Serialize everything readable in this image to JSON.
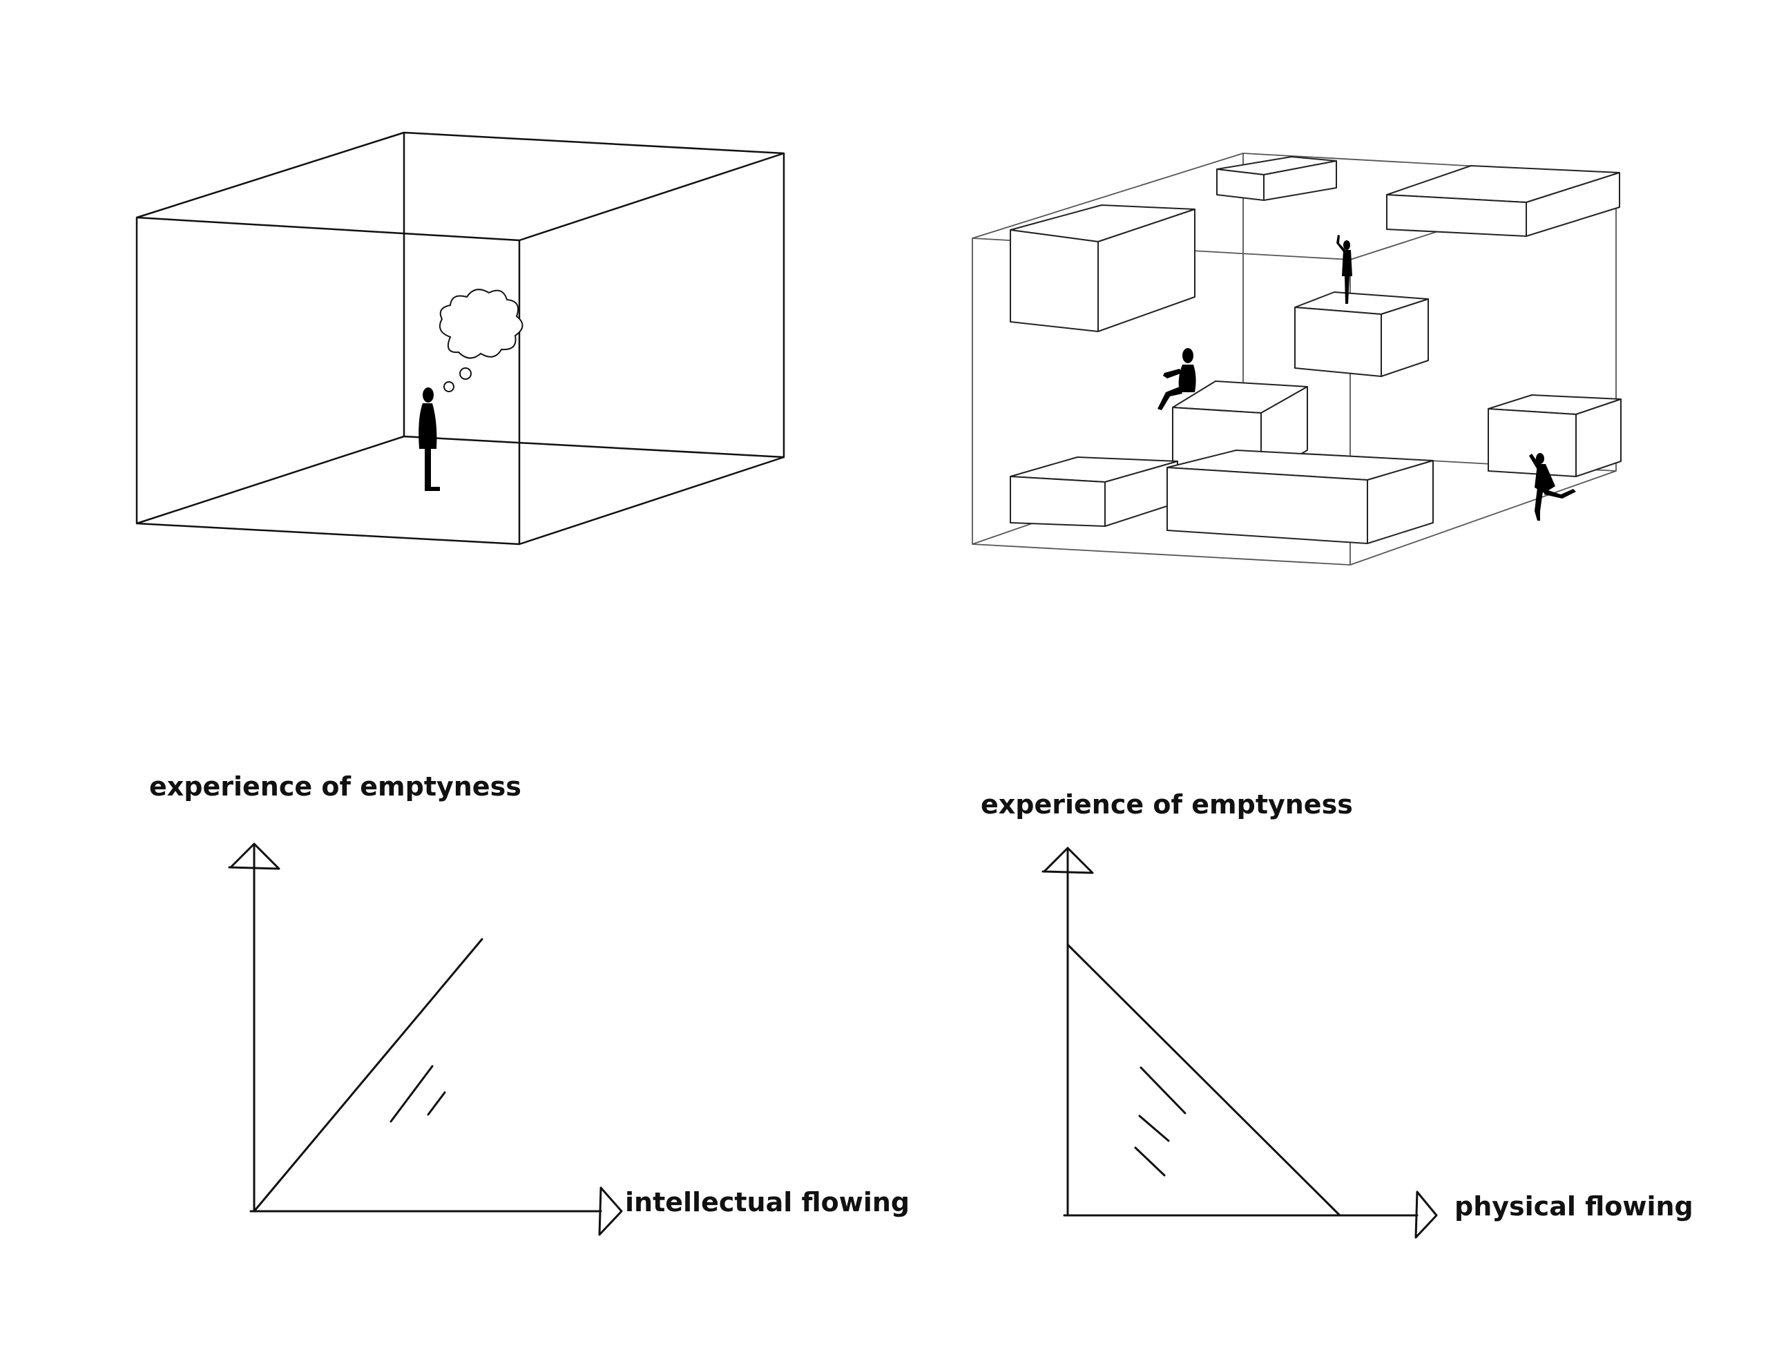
{
  "diagrams": {
    "left": {
      "y_axis_label": "experience of emptyness",
      "x_axis_label": "intellectual flowing",
      "relation": "increasing"
    },
    "right": {
      "y_axis_label": "experience of emptyness",
      "x_axis_label": "physical flowing",
      "relation": "decreasing"
    }
  },
  "colors": {
    "line": "#111111",
    "thin_line": "#555555",
    "figure": "#000000",
    "background": "#ffffff"
  }
}
